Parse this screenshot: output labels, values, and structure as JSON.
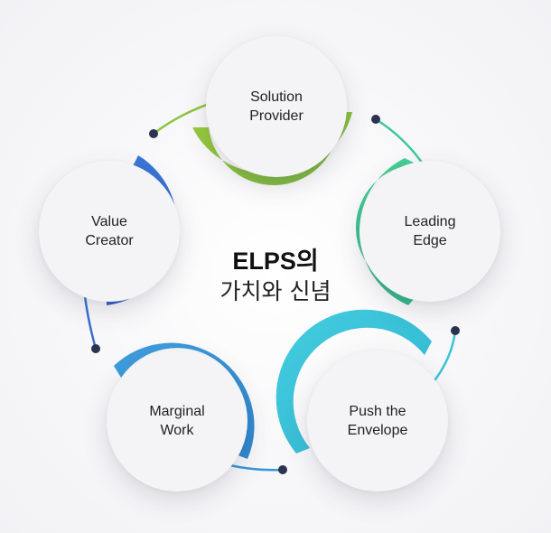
{
  "title": {
    "line1": "ELPS의",
    "line2": "가치와 신념"
  },
  "nodes": [
    {
      "id": "solution-provider",
      "line1": "Solution",
      "line2": "Provider",
      "color": "#8cc63f"
    },
    {
      "id": "leading-edge",
      "line1": "Leading",
      "line2": "Edge",
      "color": "#3dc895"
    },
    {
      "id": "push-the-envelope",
      "line1": "Push the",
      "line2": "Envelope",
      "color": "#3bc3d8"
    },
    {
      "id": "marginal-work",
      "line1": "Marginal",
      "line2": "Work",
      "color": "#3a96d8"
    },
    {
      "id": "value-creator",
      "line1": "Value",
      "line2": "Creator",
      "color": "#3a6ed0"
    }
  ],
  "colors": {
    "background": "#f6f6f8",
    "dot": "#2b3350",
    "node_fill": "#f4f4f6"
  }
}
